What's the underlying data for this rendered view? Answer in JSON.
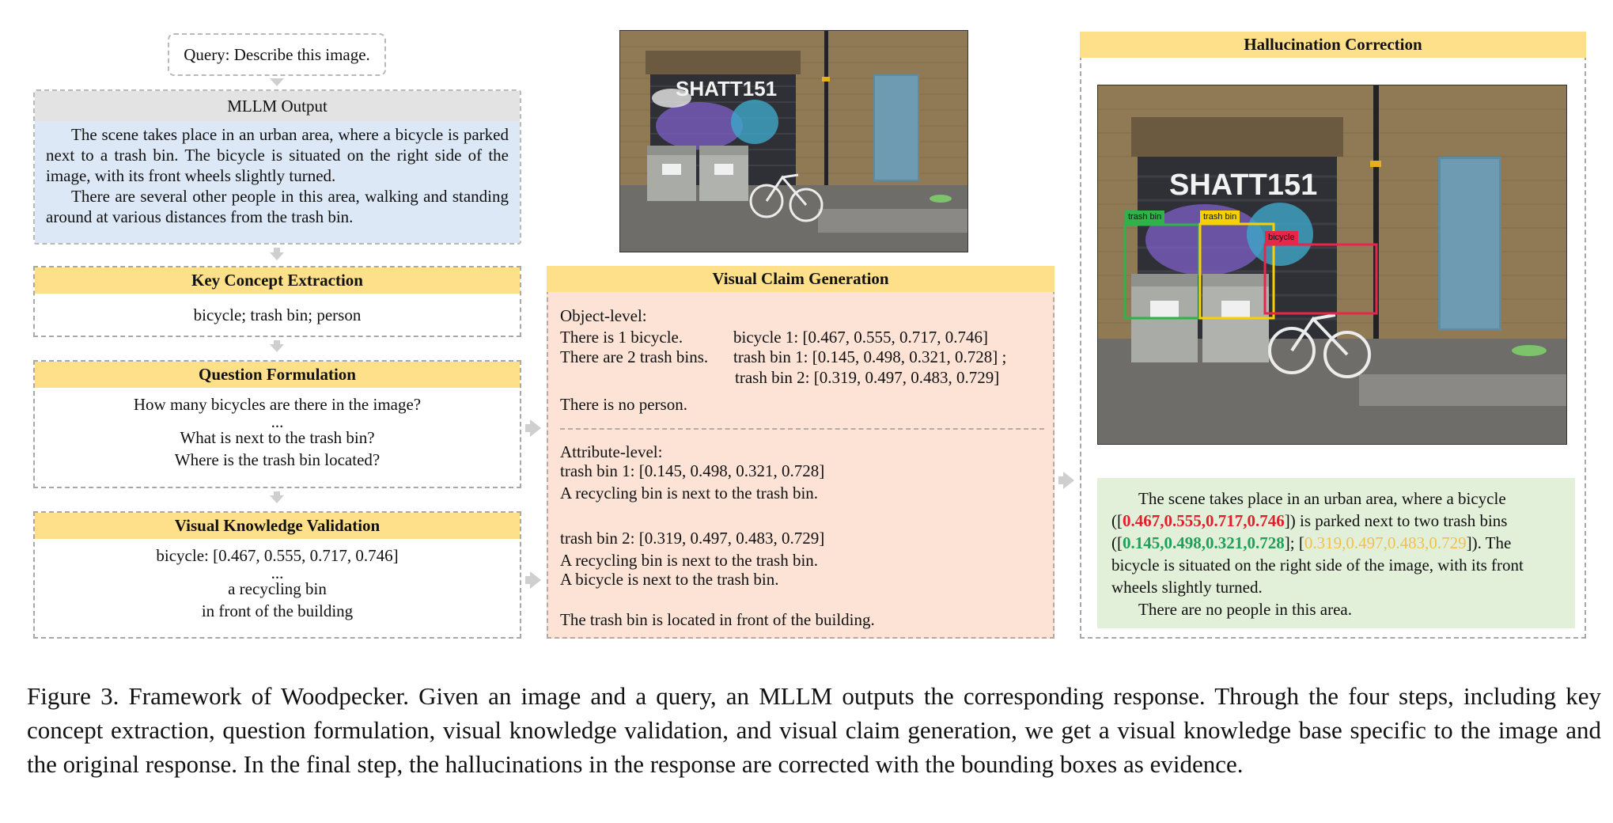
{
  "query": {
    "text": "Query: Describe this image."
  },
  "mllm_output": {
    "title": "MLLM Output",
    "paragraph1": "The scene takes place in an urban area, where a bicycle is parked next to a trash bin. The bicycle is situated on the right side of the image, with its front wheels slightly turned.",
    "paragraph2": "There are several other people in this area, walking and standing around at various distances from the trash bin."
  },
  "key_concept": {
    "title": "Key Concept Extraction",
    "text": "bicycle; trash bin; person"
  },
  "question_formulation": {
    "title": "Question Formulation",
    "line1": "How many bicycles are there in the image?",
    "line2": "...",
    "line3": "What is next to the trash bin?",
    "line4": "Where is the trash bin located?"
  },
  "visual_validation": {
    "title": "Visual Knowledge Validation",
    "line1": "bicycle: [0.467, 0.555, 0.717, 0.746]",
    "line2": "...",
    "line3": "a recycling bin",
    "line4": "in front of the building"
  },
  "visual_claim": {
    "title": "Visual Claim Generation",
    "object_level": "Object-level:",
    "obj_l1a": "There is 1 bicycle.",
    "obj_l1b": "bicycle 1: [0.467, 0.555, 0.717, 0.746]",
    "obj_l2a": "There are 2 trash bins.",
    "obj_l2b": "trash bin 1: [0.145, 0.498, 0.321, 0.728] ;",
    "obj_l3b": "trash bin 2: [0.319, 0.497, 0.483, 0.729]",
    "obj_l4": "There is no person.",
    "attribute_level": "Attribute-level:",
    "att_l1": "trash bin 1: [0.145, 0.498, 0.321, 0.728]",
    "att_l2": "A recycling bin is next to the trash bin.",
    "att_l3": "trash bin 2: [0.319, 0.497, 0.483, 0.729]",
    "att_l4": "A recycling bin is next to the trash bin.",
    "att_l5": "A bicycle is next to the trash bin.",
    "att_l6": "The trash bin is located in front of the building."
  },
  "hallucination_correction": {
    "title": "Hallucination Correction",
    "box_labels": {
      "bin1": "trash bin",
      "bin2": "trash bin",
      "bike": "bicycle"
    },
    "t1": "The scene takes place in an urban area, where a bicycle",
    "t2a": "([",
    "t2_red": "0.467,0.555,0.717,0.746",
    "t2b": "]) is parked next to two trash bins",
    "t3a": "([",
    "t3_green": "0.145,0.498,0.321,0.728",
    "t3b": "];  [",
    "t3_yellow": "0.319,0.497,0.483,0.729",
    "t3c": "]).  The",
    "t4": "bicycle is situated on the right side of the image, with its front",
    "t5": "wheels slightly turned.",
    "t6": "There are no people in this area."
  },
  "caption": "Figure 3. Framework of Woodpecker. Given an image and a query, an MLLM outputs the corresponding response. Through the four steps, including key concept extraction, question formulation, visual knowledge validation, and visual claim generation, we get a visual knowledge base specific to the image and the original response. In the final step, the hallucinations in the response are corrected with the bounding boxes as evidence.",
  "colors": {
    "header_yellow": "#ffe08a",
    "mllm_header": "#e3e3e3",
    "mllm_body": "#dce8f5",
    "claim_bg": "#fde3d6",
    "correction_bg": "#e2efd9",
    "box_green": "#2fb24a",
    "box_yellow": "#f5d100",
    "box_red": "#e8264a"
  },
  "icons": {
    "arrow_down": "arrow-down-icon",
    "arrow_right": "arrow-right-icon"
  }
}
